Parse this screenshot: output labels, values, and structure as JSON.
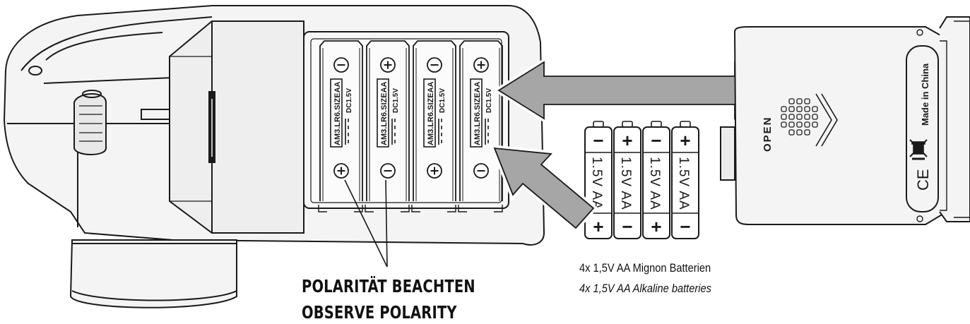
{
  "labels": {
    "polarity_de": "POLARITÄT BEACHTEN",
    "polarity_en": "OBSERVE POLARITY",
    "batteries_de": "4x 1,5V AA Mignon Batterien",
    "batteries_en": "4x 1,5V AA Alkaline batteries"
  },
  "compartment": {
    "cell_marking": "AM3.LR6.SIZEAA",
    "cell_voltage": "DC1.5V",
    "top_polarity": [
      "−",
      "+",
      "−",
      "+"
    ],
    "bottom_polarity": [
      "+",
      "−",
      "+",
      "−"
    ]
  },
  "batteries": {
    "label": "1.5V AA",
    "top_polarity": [
      "−",
      "+",
      "−",
      "+"
    ],
    "bottom_polarity": [
      "+",
      "−",
      "+",
      "−"
    ]
  },
  "cover": {
    "open_text": "OPEN",
    "made_in": "Made in China",
    "ce_mark": "CE"
  },
  "colors": {
    "arrow_fill": "#a6a6a6",
    "body_fill": "#f4f4f4",
    "line": "#1a1a1a"
  }
}
